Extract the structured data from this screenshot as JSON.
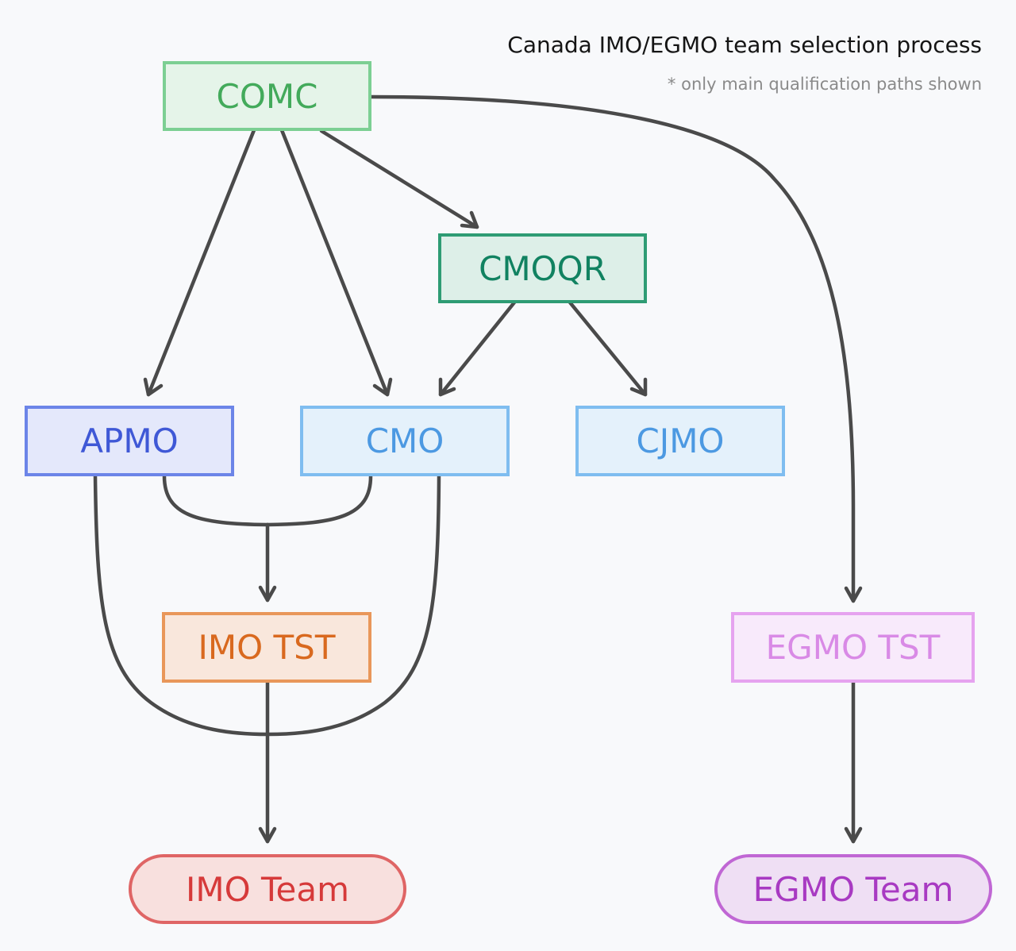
{
  "title": "Canada IMO/EGMO team selection process",
  "subtitle": "* only main qualification paths shown",
  "nodes": {
    "comc": {
      "label": "COMC",
      "border": "#7ccf93",
      "fill": "#e5f4e9",
      "text": "#43aa5b"
    },
    "cmoqr": {
      "label": "CMOQR",
      "border": "#2e9c74",
      "fill": "#ddefe8",
      "text": "#118261"
    },
    "apmo": {
      "label": "APMO",
      "border": "#6c85e8",
      "fill": "#e4e8fb",
      "text": "#3f58d6"
    },
    "cmo": {
      "label": "CMO",
      "border": "#7fbdf0",
      "fill": "#e4f1fb",
      "text": "#4c99e2"
    },
    "cjmo": {
      "label": "CJMO",
      "border": "#7fbdf0",
      "fill": "#e4f1fb",
      "text": "#4c99e2"
    },
    "imo_tst": {
      "label": "IMO TST",
      "border": "#e9975a",
      "fill": "#f9e7dc",
      "text": "#d9691f"
    },
    "egmo_tst": {
      "label": "EGMO TST",
      "border": "#e6a3ef",
      "fill": "#f8eafb",
      "text": "#d98ae6"
    },
    "imo_team": {
      "label": "IMO Team",
      "border": "#df6565",
      "fill": "#f8e0de",
      "text": "#d63a3a"
    },
    "egmo_team": {
      "label": "EGMO Team",
      "border": "#c067d4",
      "fill": "#efdff4",
      "text": "#a83ac2"
    }
  },
  "edges": [
    {
      "from": "COMC",
      "to": "APMO"
    },
    {
      "from": "COMC",
      "to": "CMO"
    },
    {
      "from": "COMC",
      "to": "CMOQR"
    },
    {
      "from": "COMC",
      "to": "EGMO TST"
    },
    {
      "from": "CMOQR",
      "to": "CMO"
    },
    {
      "from": "CMOQR",
      "to": "CJMO"
    },
    {
      "from": "APMO",
      "to": "IMO TST"
    },
    {
      "from": "CMO",
      "to": "IMO TST"
    },
    {
      "from": "APMO",
      "to": "IMO Team"
    },
    {
      "from": "CMO",
      "to": "IMO Team"
    },
    {
      "from": "IMO TST",
      "to": "IMO Team"
    },
    {
      "from": "EGMO TST",
      "to": "EGMO Team"
    }
  ],
  "edge_color": "#4a4a4a"
}
